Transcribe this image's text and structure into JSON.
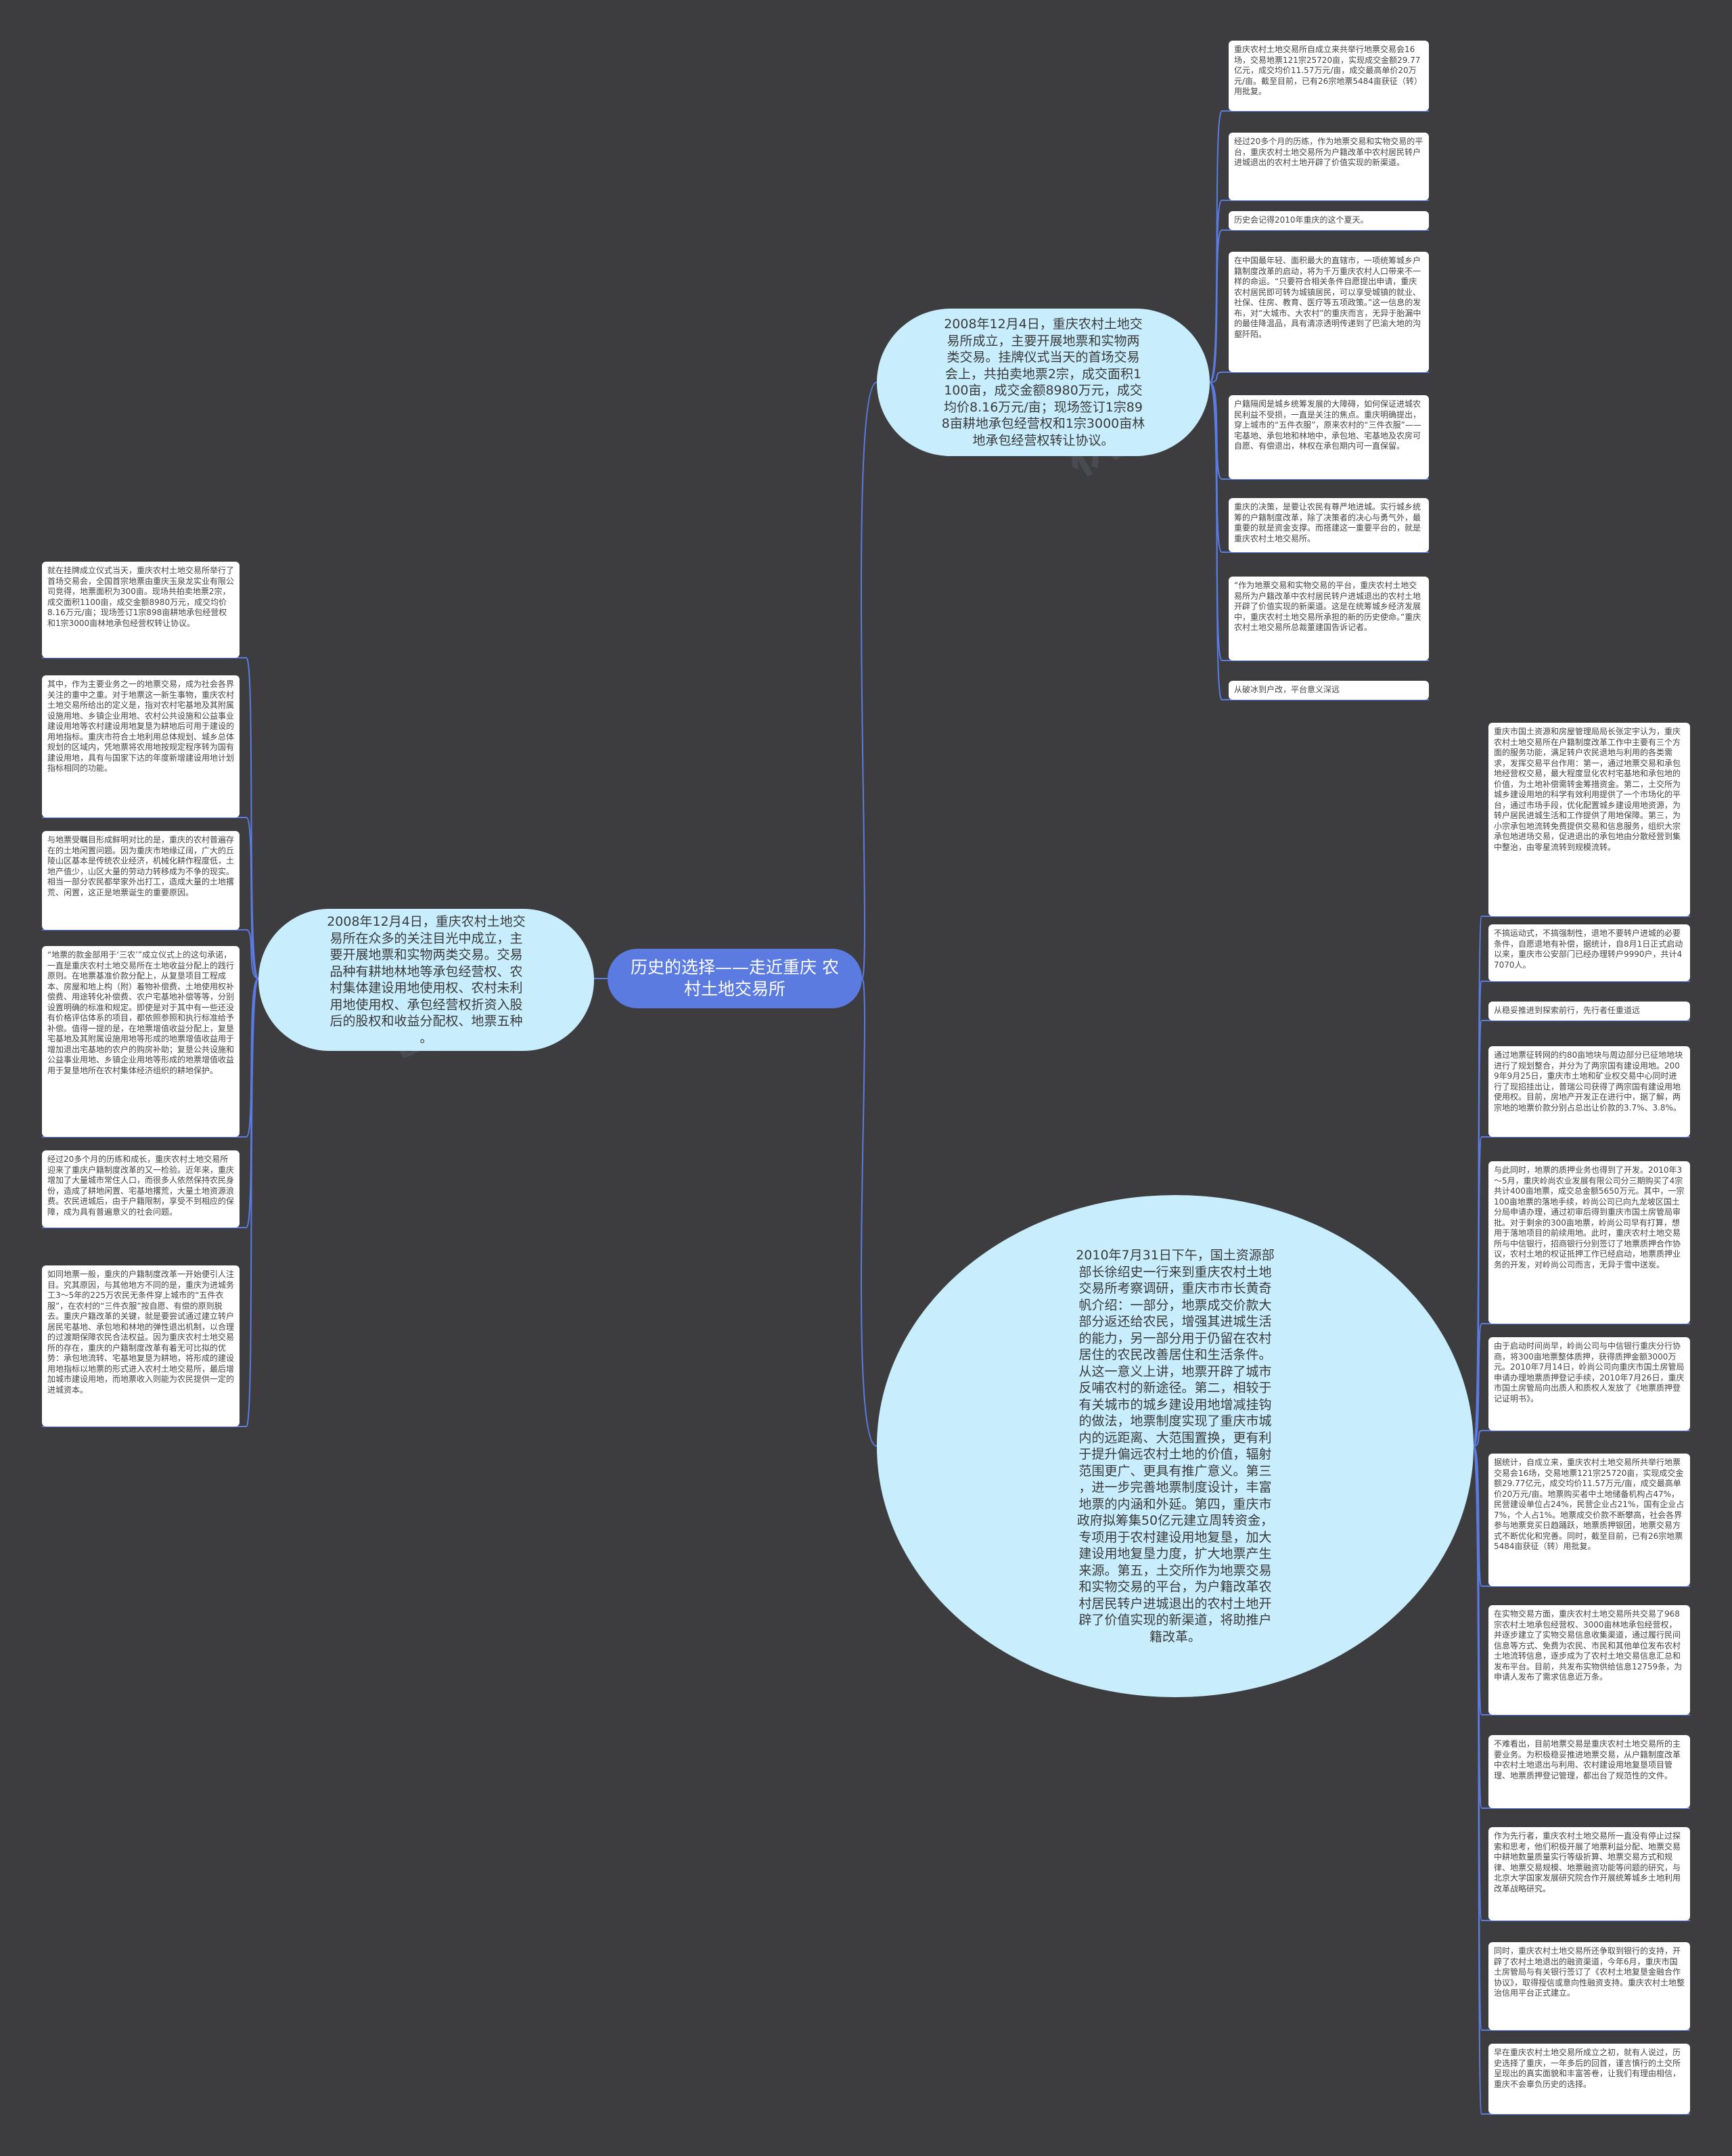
{
  "colors": {
    "background": "#3d3d40",
    "root": "#5b7be0",
    "bubble": "#c8eefd",
    "leaf": "#ffffff",
    "line": "#5b7be0"
  },
  "root": {
    "label": "历史的选择——走近重庆\n农村土地交易所"
  },
  "branches": {
    "top_right": {
      "text": "2008年12月4日，重庆农村土地交\n易所成立，主要开展地票和实物两\n类交易。挂牌仪式当天的首场交易\n会上，共拍卖地票2宗，成交面积1\n100亩，成交金额8980万元，成交\n均价8.16万元/亩；现场签订1宗89\n8亩耕地承包经营权和1宗3000亩林\n地承包经营权转让协议。",
      "leaves": [
        "重庆农村土地交易所自成立来共举行地票交易会16场，交易地票121宗25720亩，实现成交金额29.77亿元，成交均价11.57万元/亩，成交最高单价20万元/亩。截至目前，已有26宗地票5484亩获征（转）用批复。",
        "经过20多个月的历练，作为地票交易和实物交易的平台，重庆农村土地交易所为户籍改革中农村居民转户进城退出的农村土地开辟了价值实现的新渠道。",
        "历史会记得2010年重庆的这个夏天。",
        "在中国最年轻、面积最大的直辖市，一项统筹城乡户籍制度改革的启动，将为千万重庆农村人口带来不一样的命运。“只要符合相关条件自愿提出申请，重庆农村居民即可转为城镇居民，可以享受城镇的就业、社保、住房、教育、医疗等五项政策。”这一信息的发布，对“大城市、大农村”的重庆而言，无异于胎漏中的最佳降温品，具有清凉透明传递到了巴渝大地的沟壑阡陌。",
        "户籍隔阂是城乡统筹发展的大障碍，如何保证进城农民利益不受损，一直是关注的焦点。重庆明确提出，穿上城市的“五件衣服”，原来农村的“三件衣服”——宅基地、承包地和林地中，承包地、宅基地及农房可自愿、有偿退出，林权在承包期内可一直保留。",
        "重庆的决策，是要让农民有尊严地进城。实行城乡统筹的户籍制度改革，除了决策者的决心与勇气外，最重要的就是资金支撑。而搭建这一重要平台的，就是重庆农村土地交易所。",
        "“作为地票交易和实物交易的平台，重庆农村土地交易所为户籍改革中农村居民转户进城退出的农村土地开辟了价值实现的新渠道。这是在统筹城乡经济发展中，重庆农村土地交易所承担的新的历史使命。”重庆农村土地交易所总裁董建国告诉记者。",
        "从破冰到户改，平台意义深远"
      ]
    },
    "left": {
      "text": "2008年12月4日，重庆农村土地交\n易所在众多的关注目光中成立，主\n要开展地票和实物两类交易。交易\n品种有耕地林地等承包经营权、农\n村集体建设用地使用权、农村未利\n用地使用权、承包经营权折资入股\n后的股权和收益分配权、地票五种\n。",
      "leaves": [
        "就在挂牌成立仪式当天，重庆农村土地交易所举行了首场交易会，全国首宗地票由重庆玉泉龙实业有限公司竞得，地票面积为300亩。现场共拍卖地票2宗，成交面积1100亩，成交金额8980万元，成交均价8.16万元/亩；现场签订1宗898亩耕地承包经营权和1宗3000亩林地承包经营权转让协议。",
        "其中，作为主要业务之一的地票交易，成为社会各界关注的重中之重。对于地票这一新生事物，重庆农村土地交易所给出的定义是，指对农村宅基地及其附属设施用地、乡镇企业用地、农村公共设施和公益事业建设用地等农村建设用地复垦为耕地后可用于建设的用地指标。重庆市符合土地利用总体规划、城乡总体规划的区域内，凭地票将农用地按规定程序转为国有建设用地，具有与国家下达的年度新增建设用地计划指标相同的功能。",
        "与地票受瞩目形成鲜明对比的是，重庆的农村普遍存在的土地闲置问题。因为重庆市地缘辽阔，广大的丘陵山区基本是传统农业经济，机械化耕作程度低，土地产值少，山区大量的劳动力转移成为不争的现实。相当一部分农民都举家外出打工，造成大量的土地撂荒、闲置，这正是地票诞生的重要原因。",
        "“地票的款金部用于‘三农’”成立仪式上的这句承诺，一直是重庆农村土地交易所在土地收益分配上的践行原则。在地票基准价款分配上，从复垦项目工程成本、房屋和地上构（附）着物补偿费、土地使用权补偿费、用途转化补偿费、农户宅基地补偿等等，分别设置明确的标准和规定。即使是对于其中有一些还没有价格评估体系的项目，都依照参照和执行标准给予补偿。值得一提的是，在地票增值收益分配上，复垦宅基地及其附属设施用地等形成的地票增值收益用于增加退出宅基地的农户的购房补助；复垦公共设施和公益事业用地、乡镇企业用地等形成的地票增值收益用于复垦地所在农村集体经济组织的耕地保护。",
        "经过20多个月的历练和成长，重庆农村土地交易所迎来了重庆户籍制度改革的又一检验。近年来，重庆增加了大量城市常住人口，而很多人依然保持农民身份，造成了耕地闲置、宅基地撂荒，大量土地资源浪费。农民进城后，由于户籍限制，享受不到相应的保障，成为具有普遍意义的社会问题。",
        "如同地票一般，重庆的户籍制度改革一开始便引人注目。究其原因，与其他地方不同的是，重庆为进城务工3～5年的225万农民无条件穿上城市的“五件衣服”，在农村的“三件衣服”按自愿、有偿的原则脱去。重庆户籍改革的关键，就是要尝试通过建立转户居民宅基地、承包地和林地的弹性退出机制，以合理的过渡期保障农民合法权益。因为重庆农村土地交易所的存在，重庆的户籍制度改革有着无可比拟的优势：承包地流转、宅基地复垦为耕地，将形成的建设用地指标以地票的形式进入农村土地交易所，最后增加城市建设用地，而地票收入则能为农民提供一定的进城资本。"
      ]
    },
    "bottom_right": {
      "text": "2010年7月31日下午，国土资源部\n部长徐绍史一行来到重庆农村土地\n交易所考察调研，重庆市市长黄奇\n帆介绍：一部分，地票成交价款大\n部分返还给农民，增强其进城生活\n的能力，另一部分用于仍留在农村\n居住的农民改善居住和生活条件。\n从这一意义上讲，地票开辟了城市\n反哺农村的新途径。第二，相较于\n有关城市的城乡建设用地增减挂钩\n的做法，地票制度实现了重庆市城\n内的远距离、大范围置换，更有利\n于提升偏远农村土地的价值，辐射\n范围更广、更具有推广意义。第三\n，进一步完善地票制度设计，丰富\n地票的内涵和外延。第四，重庆市\n政府拟筹集50亿元建立周转资金，\n专项用于农村建设用地复垦，加大\n建设用地复垦力度，扩大地票产生\n来源。第五，土交所作为地票交易\n和实物交易的平台，为户籍改革农\n村居民转户进城退出的农村土地开\n辟了价值实现的新渠道，将助推户\n籍改革。",
      "leaves": [
        "重庆市国土资源和房屋管理局局长张定宇认为，重庆农村土地交易所在户籍制度改革工作中主要有三个方面的服务功能，满足转户农民退地与利用的各类需求，发挥交易平台作用：第一，通过地票交易和承包地经营权交易，最大程度显化农村宅基地和承包地的价值，为土地补偿需转金筹措资金。第二，土交所为城乡建设用地的科学有效利用提供了一个市场化的平台，通过市场手段，优化配置城乡建设用地资源，为转户居民进城生活和工作提供了用地保障。第三，为小宗承包地流转免费提供交易和信息服务，组织大宗承包地进场交易，促进退出的承包地由分散经营到集中整治，由零星流转到规模流转。",
        "不搞运动式，不搞强制性，退地不要转户进城的必要条件，自愿退地有补偿，据统计，自8月1日正式启动以来，重庆市公安部门已经办理转户9990户，共计47070人。",
        "从稳妥推进到探索前行，先行者任重道远",
        "通过地票征转网的约80亩地块与周边部分已征地地块进行了规划整合，并分为了两宗国有建设用地。2009年9月25日，重庆市土地和矿业权交易中心同时进行了现招挂出让，普瑞公司获得了两宗国有建设用地使用权。目前，房地产开发正在进行中，据了解，两宗地的地票价款分别占总出让价款的3.7%、3.8%。",
        "与此同时，地票的质押业务也得到了开发。2010年3～5月，重庆岭尚农业发展有限公司分三期购买了4宗共计400亩地票，成交总金额5650万元。其中，一宗100亩地票的落地手续，岭尚公司已向九龙坡区国土分局申请办理，通过初审后得到重庆市国土房管局审批。对于剩余的300亩地票，岭尚公司早有打算，想用于落地项目的前续用地。此时，重庆农村土地交易所与中信银行，招商银行分别签订了地票质押合作协议，农村土地的权证抵押工作已经启动，地票质押业务的开发，对岭尚公司而言，无异于雪中送炭。",
        "由于启动时间尚早，岭尚公司与中信银行重庆分行协商，将300亩地票整体质押，获得质押金额3000万元。2010年7月14日，岭尚公司向重庆市国土房管局申请办理地票质押登记手续，2010年7月26日，重庆市国土房管局向出质人和质权人发放了《地票质押登记证明书》。",
        "据统计，自成立来，重庆农村土地交易所共举行地票交易会16场，交易地票121宗25720亩，实现成交金额29.77亿元，成交均价11.57万元/亩，成交最高单价20万元/亩。地票购买者中土地储备机构占47%，民营建设单位占24%，民营企业占21%，国有企业占7%，个人占1%。地票成交价款不断攀高，社会各界参与地票竞买日趋踊跃，地票质押银团，地票交易方式不断优化和完善。同时，截至目前，已有26宗地票5484亩获征（转）用批复。",
        "在实物交易方面，重庆农村土地交易所共交易了968宗农村土地承包经营权、3000亩林地承包经营权，并逐步建立了实物交易信息收集渠道，通过履行民间信息等方式、免费为农民、市民和其他单位发布农村土地流转信息，逐步成为了农村土地交易信息汇总和发布平台。目前，共发布实物供给信息12759条，为申请人发布了需求信息近万条。",
        "不难看出，目前地票交易是重庆农村土地交易所的主要业务。为积极稳妥推进地票交易，从户籍制度改革中农村土地退出与利用、农村建设用地复垦项目管理、地票质押登记管理，都出台了规范性的文件。",
        "作为先行者，重庆农村土地交易所一直没有停止过探索和思考，他们积极开展了地票利益分配、地票交易中耕地数量质量实行等级折算、地票交易方式和规律、地票交易规模、地票融资功能等问题的研究，与北京大学国家发展研究院合作开展统筹城乡土地利用改革战略研究。",
        "同时，重庆农村土地交易所还争取到银行的支持，开辟了农村土地退出的融资渠道，今年6月，重庆市国土房管局与有关银行签订了《农村土地复垦金融合作协议》，取得授信或意向性融资支持。重庆农村土地整治信用平台正式建立。",
        "早在重庆农村土地交易所成立之初，就有人说过，历史选择了重庆，一年多后的回首，谨言慎行的土交所呈现出的真实面貌和丰富答卷，让我们有理由相信，重庆不会辜负历史的选择。"
      ]
    }
  }
}
